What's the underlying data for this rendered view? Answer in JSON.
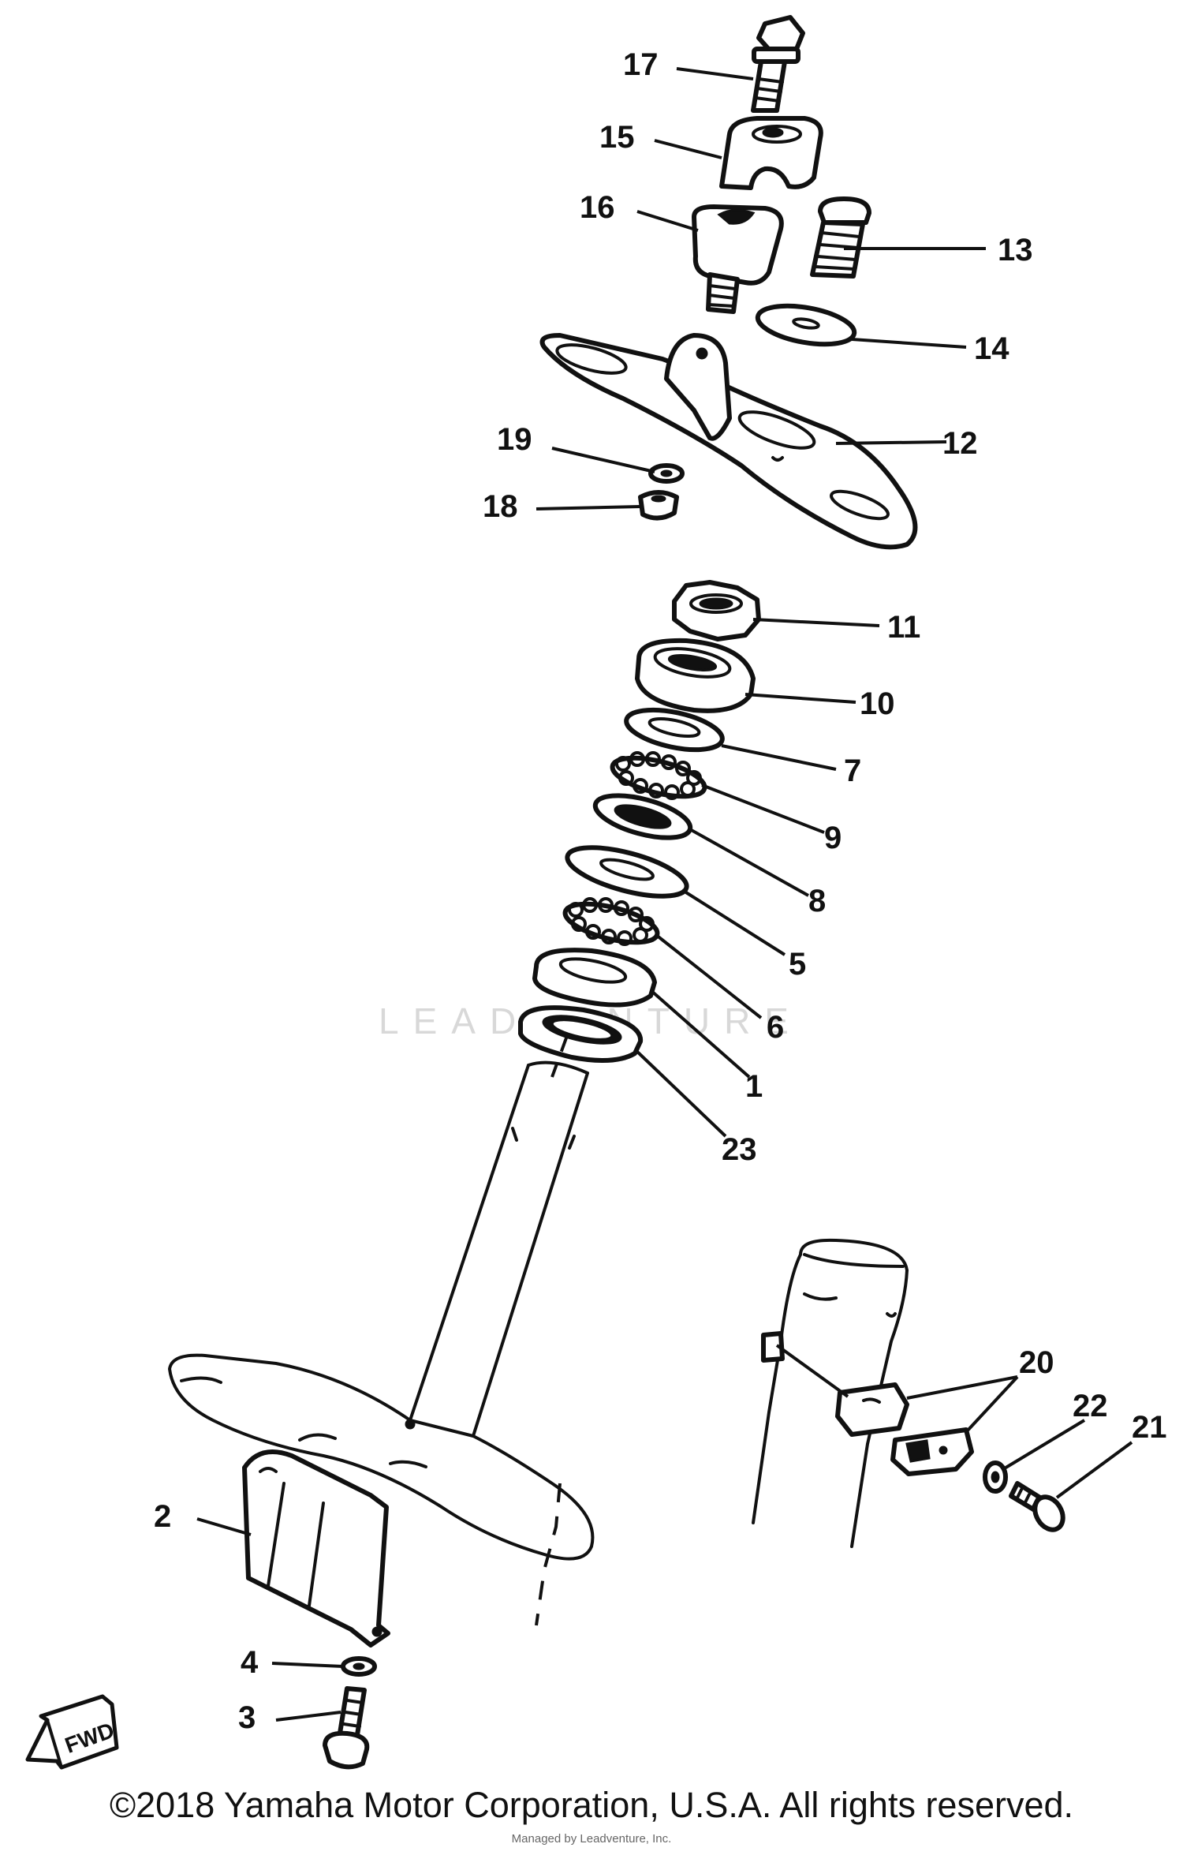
{
  "diagram": {
    "part_labels": {
      "p1": "1",
      "p2": "2",
      "p3": "3",
      "p4": "4",
      "p5": "5",
      "p6": "6",
      "p7": "7",
      "p8": "8",
      "p9": "9",
      "p10": "10",
      "p11": "11",
      "p12": "12",
      "p13": "13",
      "p14": "14",
      "p15": "15",
      "p16": "16",
      "p17": "17",
      "p18": "18",
      "p19": "19",
      "p20": "20",
      "p21": "21",
      "p22": "22",
      "p23": "23"
    },
    "direction_label": "FWD",
    "watermark": "LEADVENTURE",
    "copyright": "©2018 Yamaha Motor Corporation, U.S.A. All rights reserved.",
    "credit": "Managed by Leadventure, Inc."
  },
  "colors": {
    "ink": "#111111",
    "background": "#ffffff",
    "watermark": "#d8d8d8"
  }
}
